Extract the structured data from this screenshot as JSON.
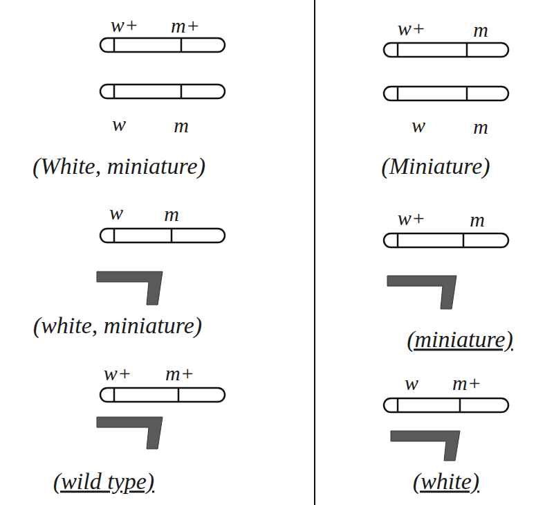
{
  "diagram": {
    "labels": [
      "w+",
      "m+",
      "w",
      "m",
      "(White, miniature)",
      "w",
      "m",
      "(white, miniature)",
      "w+",
      "m+",
      "(wild type)",
      "w+",
      "m",
      "w",
      "m",
      "(Miniature)",
      "w+",
      "m",
      "(miniature)",
      "w",
      "m+",
      "(white)"
    ]
  }
}
